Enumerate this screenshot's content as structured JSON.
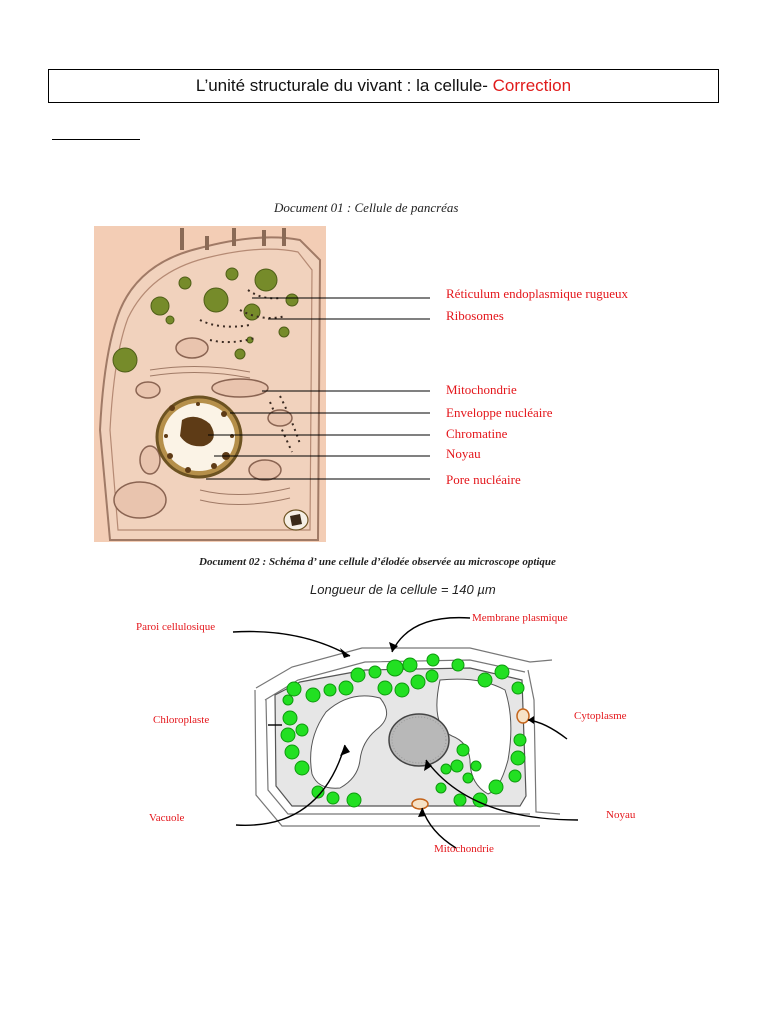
{
  "header": {
    "title_main": "L’unité structurale du vivant : la cellule-",
    "title_correction": "Correction"
  },
  "doc1": {
    "caption": "Document 01 : Cellule de pancréas",
    "labels": [
      "Réticulum endoplasmique rugueux",
      "Ribosomes",
      "Mitochondrie",
      "Enveloppe nucléaire",
      "Chromatine",
      "Noyau",
      "Pore nucléaire"
    ]
  },
  "doc2": {
    "caption": "Document  02 : Schéma d’ une cellule d’élodée observée au microscope optique",
    "length": "Longueur de la cellule = 140 µm",
    "labels": {
      "paroi": "Paroi cellulosique",
      "membrane": "Membrane  plasmique",
      "chloroplaste": "Chloroplaste",
      "cytoplasme": "Cytoplasme",
      "vacuole": "Vacuole",
      "noyau": "Noyau",
      "mitochondrie": "Mitochondrie"
    }
  },
  "colors": {
    "accent_red": "#e4161b",
    "chloroplast_green": "#22e022",
    "cell_bg": "#f0c8b0",
    "organelle_olive": "#7a8a2a"
  }
}
